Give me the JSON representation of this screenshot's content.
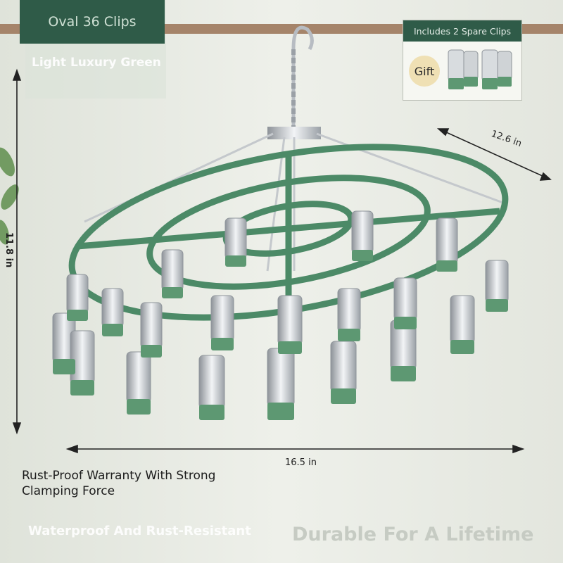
{
  "labels": {
    "top_left": "Oval 36 Clips",
    "color_name": "Light Luxury Green",
    "spare_clips": "Includes 2 Spare Clips",
    "gift": "Gift"
  },
  "dimensions": {
    "width": "16.5 in",
    "height": "11.8 in",
    "depth": "12.6 in"
  },
  "features": {
    "rust_proof": "Rust-Proof Warranty With Strong Clamping Force",
    "waterproof": "Waterproof And Rust-Resistant",
    "durable": "Durable For A Lifetime"
  },
  "colors": {
    "hanger_green": "#4c8a67",
    "clip_green": "#5d9872",
    "label_bg": "#2f5b48",
    "rod": "#a5846a"
  },
  "product": {
    "clip_count": 36
  }
}
